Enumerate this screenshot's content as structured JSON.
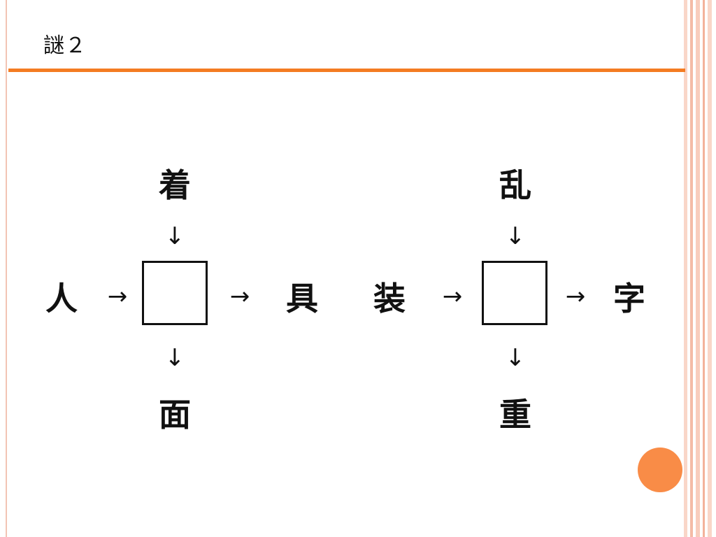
{
  "slide": {
    "title": "謎２",
    "accent_color": "#f47c22",
    "dot_color": "#f98c47"
  },
  "puzzle_left": {
    "top": "着",
    "left": "人",
    "right": "具",
    "bottom": "面",
    "arrow_down": "↓",
    "arrow_right": "→"
  },
  "puzzle_right": {
    "top": "乱",
    "left": "装",
    "right": "字",
    "bottom": "重",
    "arrow_down": "↓",
    "arrow_right": "→"
  }
}
